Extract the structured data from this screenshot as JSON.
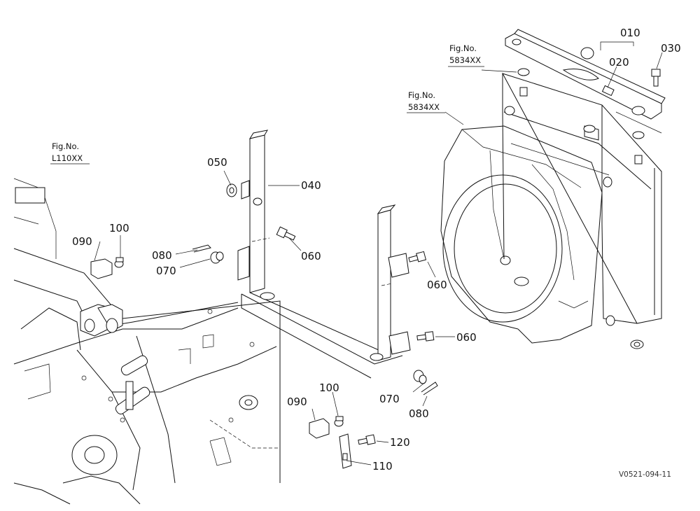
{
  "diagram": {
    "callouts": {
      "p010": "010",
      "p020": "020",
      "p030": "030",
      "p040": "040",
      "p050": "050",
      "p060a": "060",
      "p060b": "060",
      "p060c": "060",
      "p070a": "070",
      "p070b": "070",
      "p080a": "080",
      "p080b": "080",
      "p090a": "090",
      "p090b": "090",
      "p100a": "100",
      "p100b": "100",
      "p110": "110",
      "p120": "120"
    },
    "fig_refs": [
      {
        "line1": "Fig.No.",
        "line2": "L110XX"
      },
      {
        "line1": "Fig.No.",
        "line2": "5834XX"
      },
      {
        "line1": "Fig.No.",
        "line2": "5834XX"
      }
    ],
    "drawing_code": "V0521-094-11"
  }
}
